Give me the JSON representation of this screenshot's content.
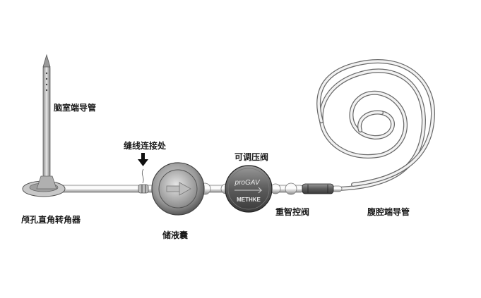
{
  "labels": {
    "ventricular_catheter": "脑室端导管",
    "suture_connection": "缝线连接处",
    "adjustable_valve": "可调压阀",
    "burr_hole_deflector": "颅孔直角转角器",
    "reservoir": "储液囊",
    "gravitational_valve": "重智控阀",
    "peritoneal_catheter": "腹腔端导管"
  },
  "device_text": {
    "valve_brand": "proGAV",
    "valve_maker": "METHKE"
  },
  "icons": [
    "down-arrow-icon",
    "flow-arrow-icon"
  ]
}
